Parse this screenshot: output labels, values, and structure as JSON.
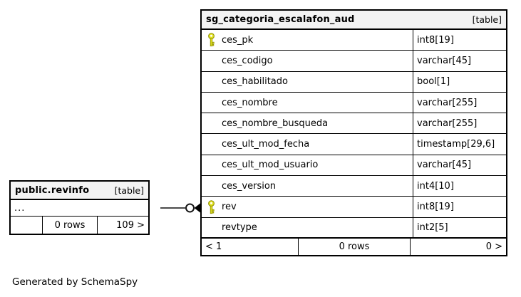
{
  "caption": "Generated by SchemaSpy",
  "colors": {
    "header_bg": "#f3f3f3",
    "border": "#000000",
    "key_fill": "#e2e21f",
    "key_outline": "#8f8f00",
    "edge": "#4a4a4a"
  },
  "main_table": {
    "title": "sg_categoria_escalafon_aud",
    "type_label": "[table]",
    "columns": [
      {
        "name": "ces_pk",
        "type": "int8[19]",
        "pk": true
      },
      {
        "name": "ces_codigo",
        "type": "varchar[45]",
        "pk": false
      },
      {
        "name": "ces_habilitado",
        "type": "bool[1]",
        "pk": false
      },
      {
        "name": "ces_nombre",
        "type": "varchar[255]",
        "pk": false
      },
      {
        "name": "ces_nombre_busqueda",
        "type": "varchar[255]",
        "pk": false
      },
      {
        "name": "ces_ult_mod_fecha",
        "type": "timestamp[29,6]",
        "pk": false
      },
      {
        "name": "ces_ult_mod_usuario",
        "type": "varchar[45]",
        "pk": false
      },
      {
        "name": "ces_version",
        "type": "int4[10]",
        "pk": false
      },
      {
        "name": "rev",
        "type": "int8[19]",
        "pk": true
      },
      {
        "name": "revtype",
        "type": "int2[5]",
        "pk": false
      }
    ],
    "footer": {
      "left": "< 1",
      "center": "0 rows",
      "right": "0 >"
    }
  },
  "related_table": {
    "title": "public.revinfo",
    "type_label": "[table]",
    "collapsed_row": "...",
    "footer": {
      "left": "",
      "center": "0 rows",
      "right": "109 >"
    }
  }
}
